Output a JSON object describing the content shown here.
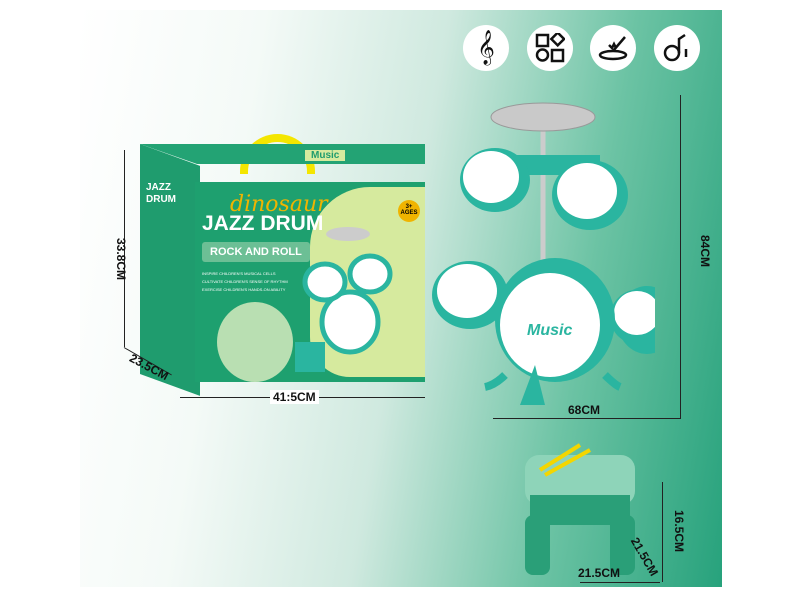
{
  "box": {
    "title_script": "dinosaur",
    "title": "JAZZ DRUM",
    "subtitle": "ROCK AND ROLL",
    "age": "3+ AGES",
    "side_title": "JAZZ DRUM",
    "top_label": "Music",
    "bullets": [
      "INSPIRE CHILDREN'S MUSICAL CELLS",
      "CULTIVATE CHILDREN'S SENSE OF RHYTHM",
      "EXERCISE CHILDREN'S HANDS-ON ABILITY"
    ]
  },
  "drum_label": "Music",
  "feature_icons": [
    "treble-clef-icon",
    "shapes-icon",
    "drum-hit-icon",
    "music-note-icon"
  ],
  "dimensions": {
    "box_height": "33.8CM",
    "box_depth": "23.5CM",
    "box_width": "41:5CM",
    "drum_width": "68CM",
    "drum_height": "84CM",
    "stool_height": "16.5CM",
    "stool_depth": "21.5CM",
    "stool_width": "21.5CM"
  },
  "colors": {
    "teal": "#2aa57f",
    "box_green": "#1f9c6e",
    "handle": "#f4e600"
  }
}
